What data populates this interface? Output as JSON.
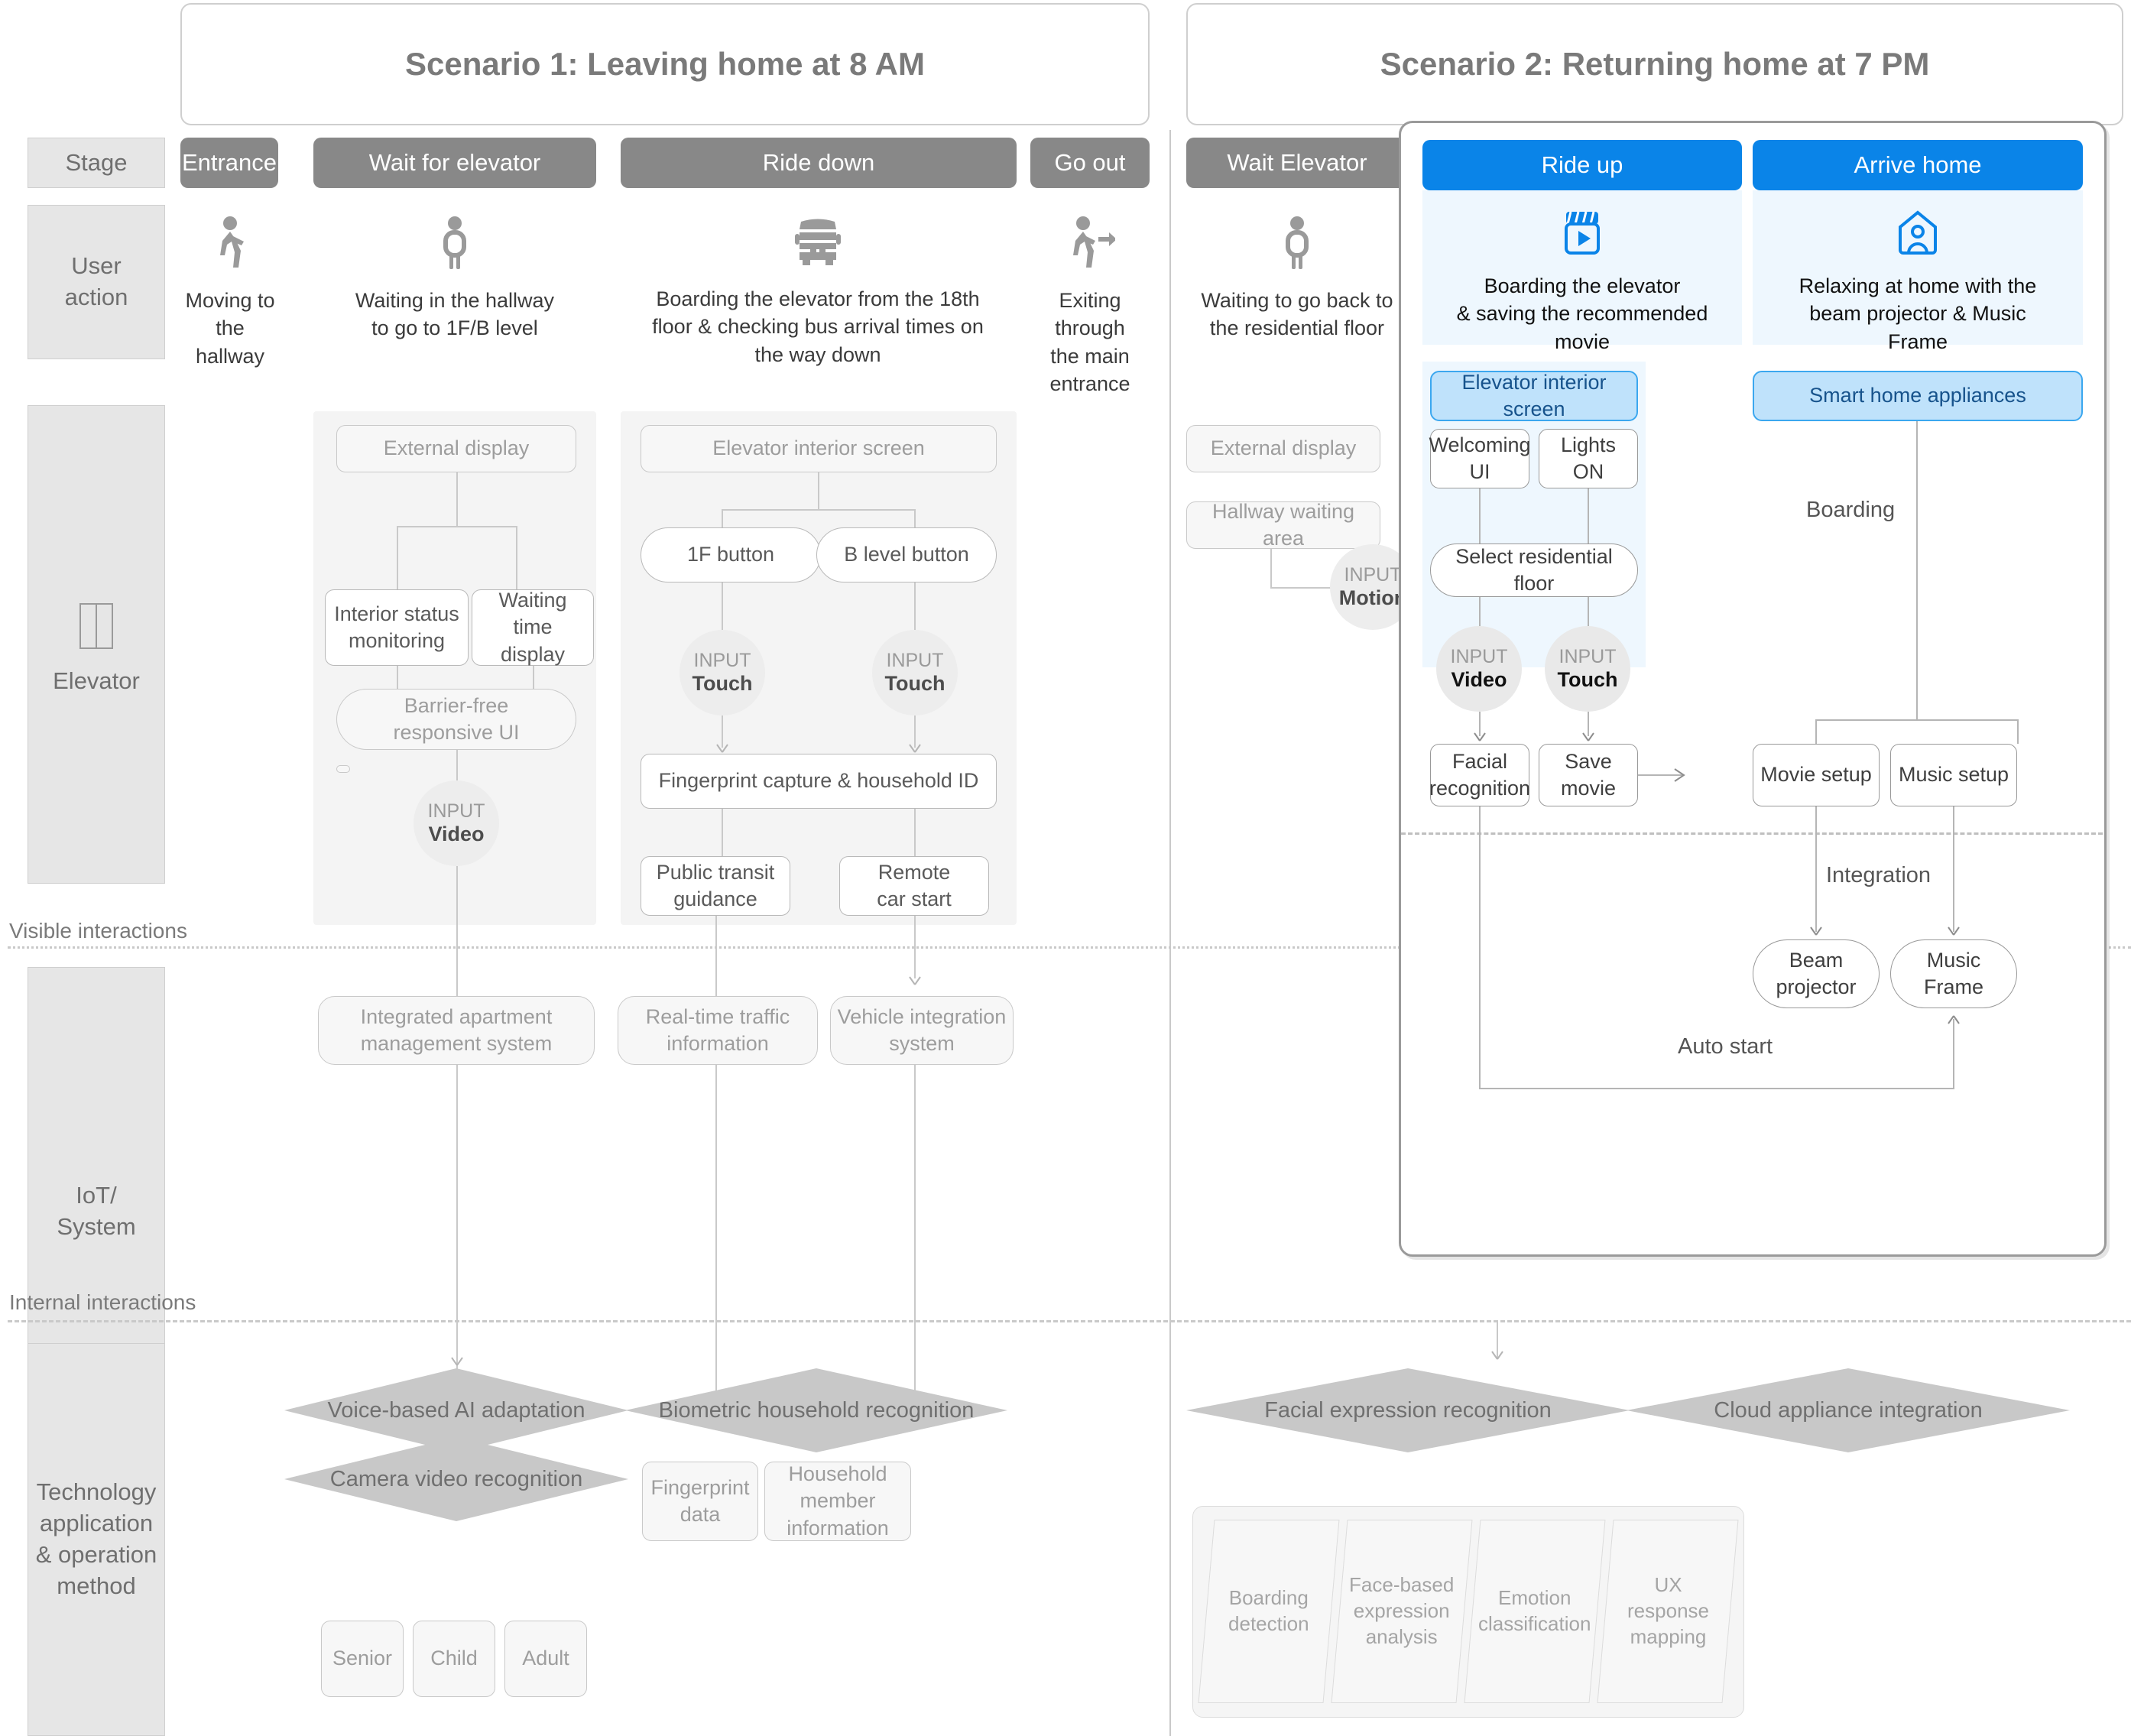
{
  "scenarios": [
    {
      "id": "s1",
      "title": "Scenario 1: Leaving home at 8 AM"
    },
    {
      "id": "s2",
      "title": "Scenario 2: Returning home at 7 PM"
    }
  ],
  "row_labels": {
    "stage": "Stage",
    "user_action": "User\naction",
    "elevator": "Elevator",
    "iot_system": "IoT/\nSystem",
    "technology": "Technology\napplication\n& operation\nmethod"
  },
  "separators": {
    "visible": "Visible interactions",
    "internal": "Internal interactions"
  },
  "stages": {
    "s1": [
      "Entrance",
      "Wait for elevator",
      "Ride down",
      "Go out"
    ],
    "s2_plain": [
      "Wait Elevator"
    ],
    "s2_highlight": [
      "Ride up",
      "Arrive home"
    ]
  },
  "user_actions": {
    "s1": [
      {
        "icon": "walking-person-icon",
        "text": "Moving to\nthe hallway"
      },
      {
        "icon": "standing-person-icon",
        "text": "Waiting in the hallway\nto go to 1F/B level"
      },
      {
        "icon": "bus-icon",
        "text": "Boarding the elevator from the 18th\nfloor & checking bus arrival times on\nthe way down"
      },
      {
        "icon": "person-exiting-icon",
        "text": "Exiting through\nthe main\nentrance"
      }
    ],
    "s2": [
      {
        "icon": "standing-person-icon",
        "text": "Waiting to go back to\nthe residential floor"
      }
    ],
    "s2_highlight": [
      {
        "icon": "movie-clapper-play-icon",
        "text": "Boarding the elevator\n& saving the recommended\nmovie"
      },
      {
        "icon": "home-person-icon",
        "text": "Relaxing at home with the\nbeam projector & Music\nFrame"
      }
    ]
  },
  "elevator_row": {
    "s1_group1": {
      "root": "External display",
      "children": [
        "Interior status\nmonitoring",
        "Waiting time\ndisplay"
      ],
      "merge": "Barrier-free\nresponsive UI",
      "input": {
        "label": "INPUT",
        "value": "Video"
      }
    },
    "s1_group2": {
      "root": "Elevator interior screen",
      "buttons": [
        "1F button",
        "B level button"
      ],
      "inputs": [
        {
          "label": "INPUT",
          "value": "Touch"
        },
        {
          "label": "INPUT",
          "value": "Touch"
        }
      ],
      "merge": "Fingerprint capture & household ID",
      "outputs": [
        "Public transit\nguidance",
        "Remote\ncar start"
      ]
    },
    "s2_plain": {
      "boxes": [
        "External display",
        "Hallway waiting area"
      ],
      "input": {
        "label": "INPUT",
        "value": "Motion"
      }
    },
    "s2_group_left": {
      "header": "Elevator interior screen",
      "children": [
        "Welcoming\nUI",
        "Lights ON"
      ],
      "merge": "Select residential floor",
      "inputs": [
        {
          "label": "INPUT",
          "value": "Video"
        },
        {
          "label": "INPUT",
          "value": "Touch"
        }
      ],
      "outputs": [
        "Facial\nrecognition",
        "Save movie"
      ]
    },
    "s2_group_right": {
      "header": "Smart home appliances",
      "edge_label": "Boarding",
      "outputs": [
        "Movie setup",
        "Music setup"
      ]
    }
  },
  "iot_row": {
    "s1": [
      "Integrated apartment\nmanagement system",
      "Real-time traffic\ninformation",
      "Vehicle integration\nsystem"
    ],
    "s2": {
      "edge_label": "Integration",
      "nodes": [
        "Beam\nprojector",
        "Music\nFrame"
      ],
      "auto_start": "Auto start"
    }
  },
  "technology_row": {
    "s1": {
      "diamonds": [
        "Voice-based AI adaptation",
        "Biometric household recognition",
        "Camera video recognition"
      ],
      "camera_children": [
        "Senior",
        "Child",
        "Adult"
      ],
      "biometric_children": [
        "Fingerprint\ndata",
        "Household\nmember\ninformation"
      ]
    },
    "s2": {
      "diamonds": [
        "Facial expression recognition",
        "Cloud appliance integration"
      ],
      "pipeline": [
        "Boarding\ndetection",
        "Face-based\nexpression\nanalysis",
        "Emotion\nclassification",
        "UX\nresponse\nmapping"
      ]
    }
  },
  "colors": {
    "stage_gray": "#888888",
    "stage_blue": "#0a84e8",
    "accent_blue": "#0a84e8",
    "node_blue_fill": "#bfe2fb",
    "node_blue_text": "#17538c",
    "panel_blue": "#eef7fe",
    "label_gray": "#e6e6e6",
    "diamond_gray": "#c8c8c8"
  }
}
